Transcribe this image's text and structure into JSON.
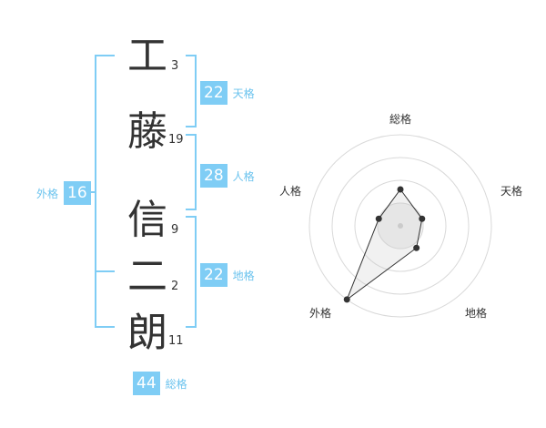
{
  "name_chars": [
    {
      "char": "工",
      "strokes": "3"
    },
    {
      "char": "藤",
      "strokes": "19"
    },
    {
      "char": "信",
      "strokes": "9"
    },
    {
      "char": "二",
      "strokes": "2"
    },
    {
      "char": "朗",
      "strokes": "11"
    }
  ],
  "fortunes": {
    "tenkaku": {
      "value": "22",
      "label": "天格"
    },
    "jinkaku": {
      "value": "28",
      "label": "人格"
    },
    "chikaku": {
      "value": "22",
      "label": "地格"
    },
    "gaikaku": {
      "value": "16",
      "label": "外格"
    },
    "soukaku": {
      "value": "44",
      "label": "総格"
    }
  },
  "colors": {
    "accent": "#7fcdf5",
    "text": "#333333"
  },
  "chart_data": {
    "type": "radar",
    "axes": [
      "総格",
      "天格",
      "地格",
      "外格",
      "人格"
    ],
    "values": [
      0.4,
      0.25,
      0.3,
      1.0,
      0.25
    ],
    "rings": 4
  }
}
